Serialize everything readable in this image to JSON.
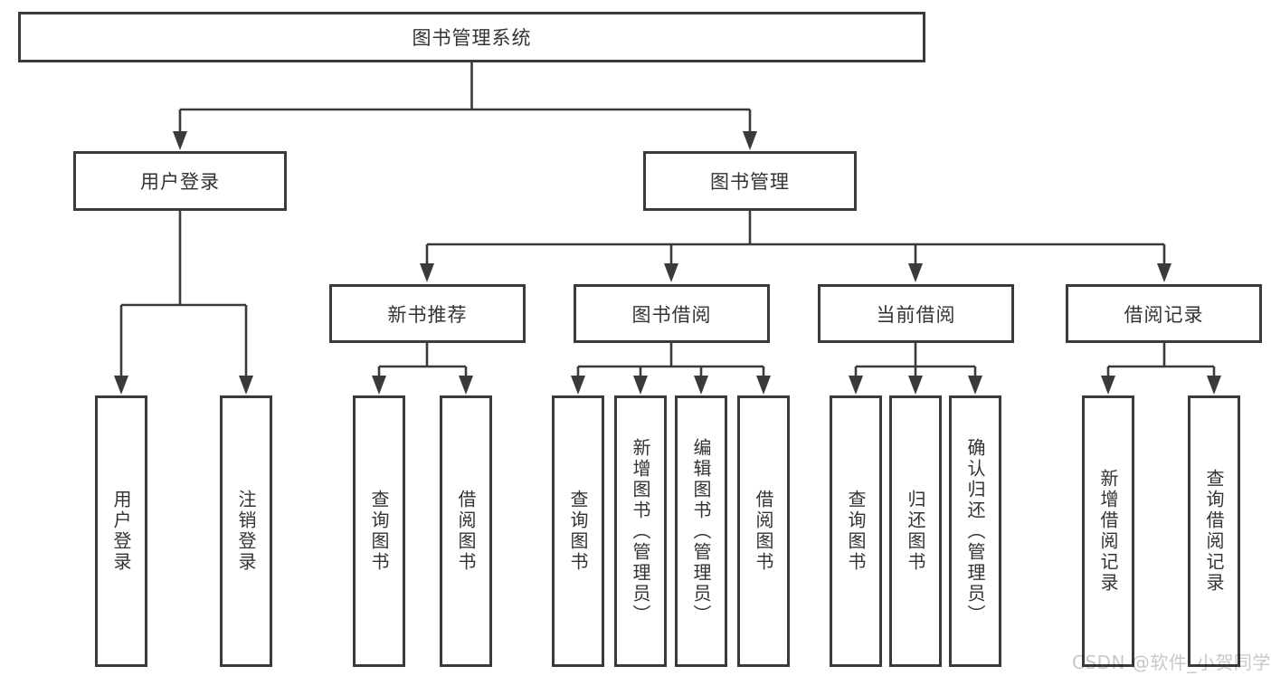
{
  "diagram": {
    "type": "hierarchy-tree",
    "title": "图书管理系统"
  },
  "tree": {
    "root": {
      "label": "图书管理系统",
      "children": [
        {
          "label": "用户登录",
          "children": [
            {
              "label": "用户登录"
            },
            {
              "label": "注销登录"
            }
          ]
        },
        {
          "label": "图书管理",
          "children": [
            {
              "label": "新书推荐",
              "children": [
                {
                  "label": "查询图书"
                },
                {
                  "label": "借阅图书"
                }
              ]
            },
            {
              "label": "图书借阅",
              "children": [
                {
                  "label": "查询图书"
                },
                {
                  "label": "新增图书（管理员）"
                },
                {
                  "label": "编辑图书（管理员）"
                },
                {
                  "label": "借阅图书"
                }
              ]
            },
            {
              "label": "当前借阅",
              "children": [
                {
                  "label": "查询图书"
                },
                {
                  "label": "归还图书"
                },
                {
                  "label": "确认归还（管理员）"
                }
              ]
            },
            {
              "label": "借阅记录",
              "children": [
                {
                  "label": "新增借阅记录"
                },
                {
                  "label": "查询借阅记录"
                }
              ]
            }
          ]
        }
      ]
    }
  },
  "watermark": {
    "text": "CSDN @软件_小贺同学"
  },
  "colors": {
    "line": "#3a3a3a",
    "box_border": "#3a3a3a",
    "box_background": "#ffffff",
    "text": "#333333",
    "watermark": "#c8c8c8"
  }
}
